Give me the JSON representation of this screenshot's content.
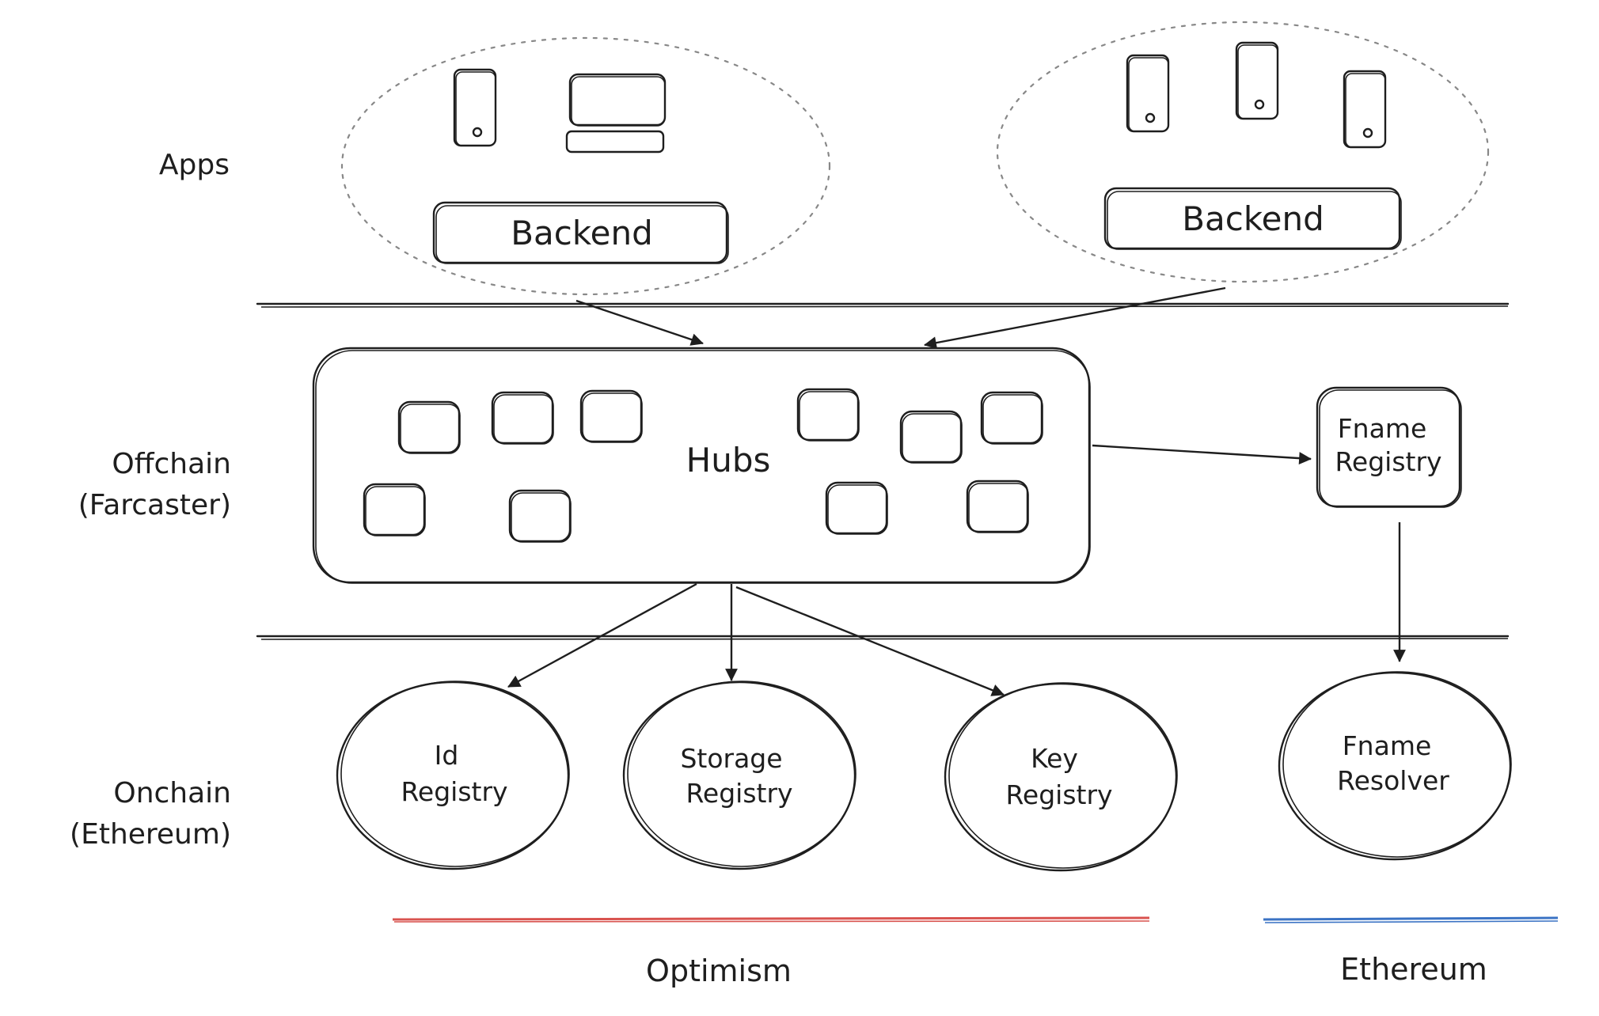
{
  "lanes": {
    "apps": "Apps",
    "offchain_line1": "Offchain",
    "offchain_line2": "(Farcaster)",
    "onchain_line1": "Onchain",
    "onchain_line2": "(Ethereum)"
  },
  "apps": {
    "left_backend": "Backend",
    "right_backend": "Backend",
    "device_icons": [
      "phone-icon",
      "laptop-icon",
      "phone-icon",
      "phone-icon",
      "phone-icon"
    ]
  },
  "offchain": {
    "hubs": "Hubs",
    "fname_registry_line1": "Fname",
    "fname_registry_line2": "Registry"
  },
  "onchain": {
    "id_registry_line1": "Id",
    "id_registry_line2": "Registry",
    "storage_registry_line1": "Storage",
    "storage_registry_line2": "Registry",
    "key_registry_line1": "Key",
    "key_registry_line2": "Registry",
    "fname_resolver_line1": "Fname",
    "fname_resolver_line2": "Resolver"
  },
  "networks": {
    "optimism": "Optimism",
    "optimism_color": "#d9534f",
    "ethereum": "Ethereum",
    "ethereum_color": "#3b73c4"
  }
}
